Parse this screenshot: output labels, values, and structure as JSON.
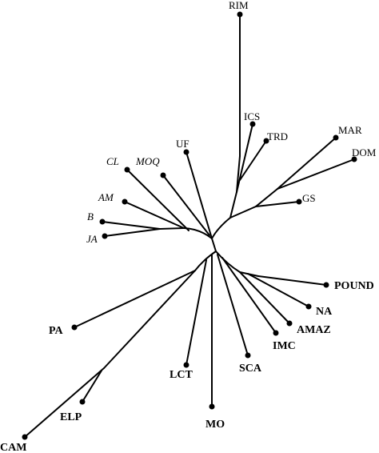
{
  "tree": {
    "labels": {
      "RIM": "RIM",
      "ICS": "ICS",
      "TRD": "TRD",
      "MAR": "MAR",
      "DOM": "DOM",
      "GS": "GS",
      "UF": "UF",
      "CL": "CL",
      "MOQ": "MOQ",
      "AM": "AM",
      "B": "B",
      "JA": "JA",
      "POUND": "POUND",
      "NA": "NA",
      "AMAZ": "AMAZ",
      "IMC": "IMC",
      "SCA": "SCA",
      "MO": "MO",
      "LCT": "LCT",
      "PA": "PA",
      "ELP": "ELP",
      "CAM": "CAM"
    }
  }
}
